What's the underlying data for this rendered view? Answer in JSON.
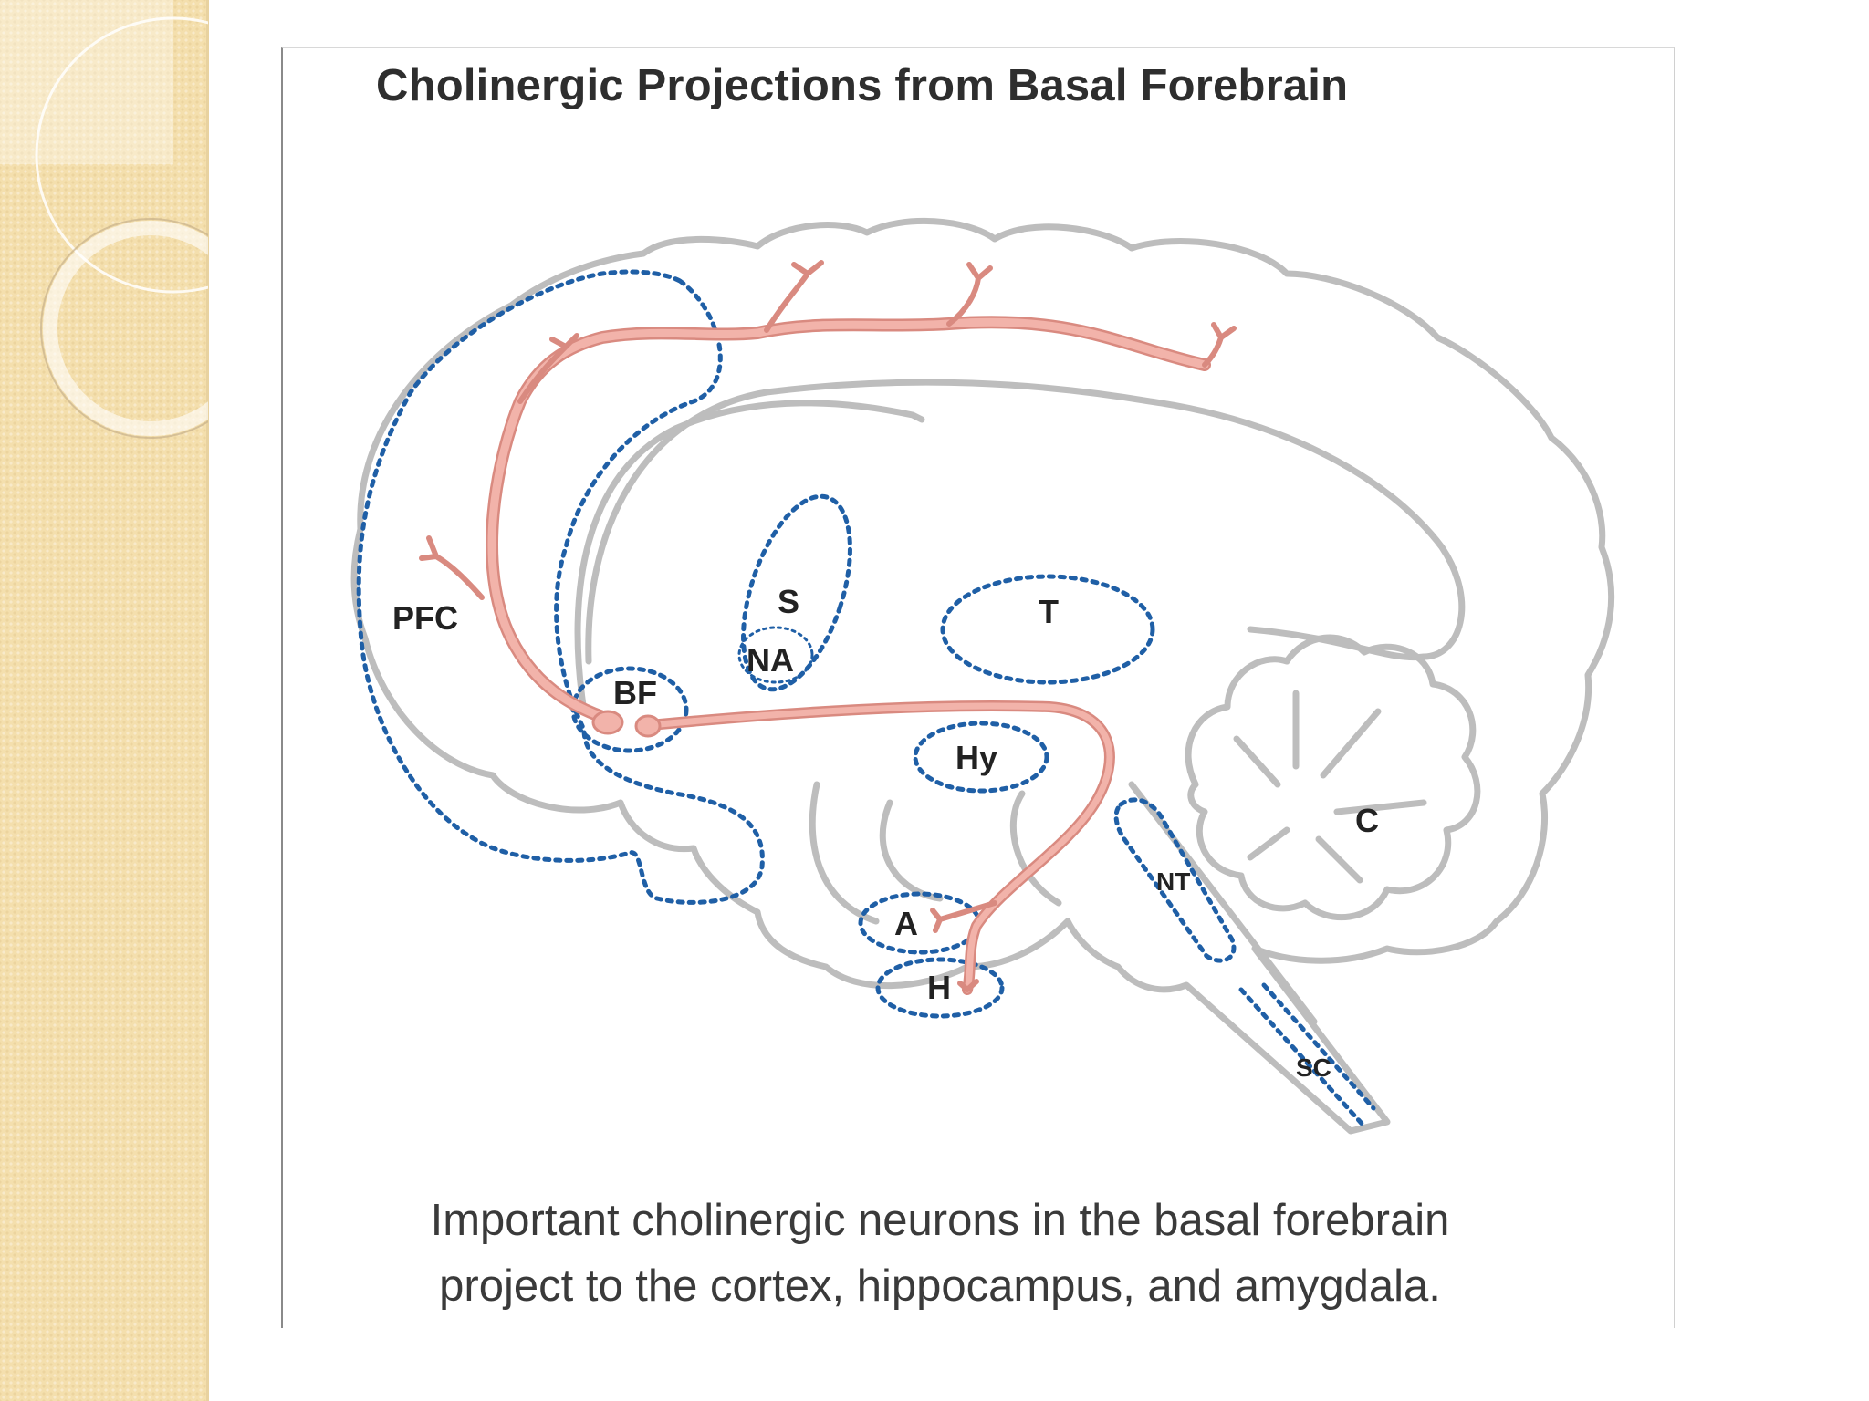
{
  "figure": {
    "title": "Cholinergic Projections from Basal Forebrain",
    "caption_line1": "Important cholinergic neurons in the basal forebrain",
    "caption_line2": "project to the cortex, hippocampus, and amygdala."
  },
  "regions": {
    "pfc": "PFC",
    "s": "S",
    "na": "NA",
    "t": "T",
    "bf": "BF",
    "hy": "Hy",
    "c": "C",
    "nt": "NT",
    "a": "A",
    "h": "H",
    "sc": "SC"
  },
  "colors": {
    "brain_outline": "#bdbdbd",
    "region_outline": "#1f5fa6",
    "projection_fill": "#f2b3aa",
    "projection_stroke": "#d98a80",
    "side_band": "#f4dfad"
  }
}
